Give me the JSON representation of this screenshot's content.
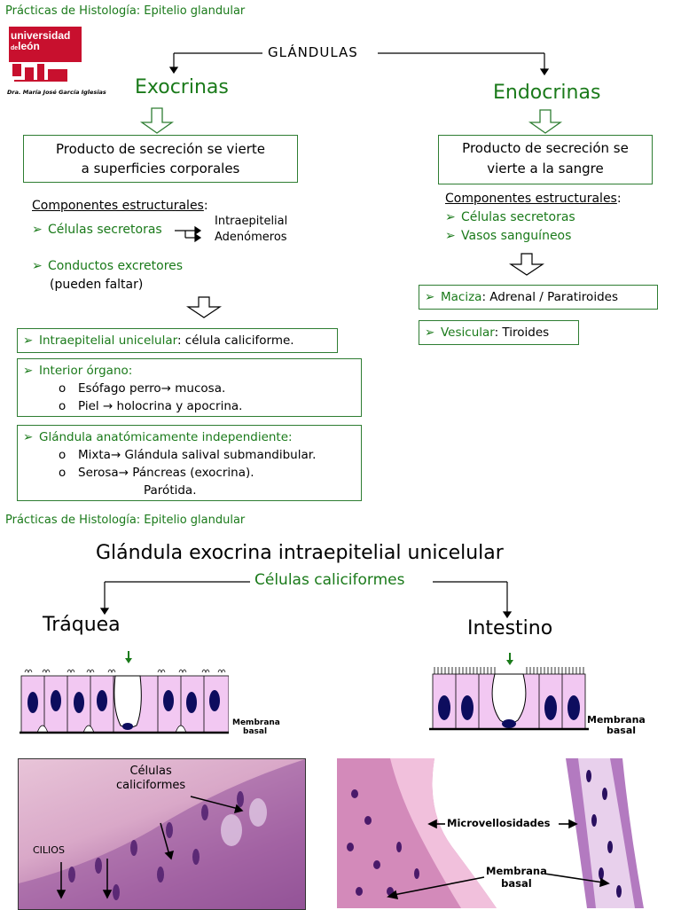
{
  "header1": "Prácticas de Histología: Epitelio glandular",
  "header2": "Prácticas de Histología: Epitelio glandular",
  "logo": {
    "line1": "universidad",
    "line2": "de",
    "line3": "león",
    "author": "Dra. María José García Iglesias"
  },
  "top": {
    "root": "GLÁNDULAS",
    "exo_title": "Exocrinas",
    "endo_title": "Endocrinas",
    "exo_box_l1": "Producto de secreción se vierte",
    "exo_box_l2": "a superficies corporales",
    "endo_box_l1": "Producto de secreción se",
    "endo_box_l2": "vierte a la sangre",
    "exo_comp": "Componentes estructurales",
    "exo_comp_colon": ":",
    "exo_cel": "Células secretoras",
    "exo_intra": "Intraepitelial",
    "exo_aden": "Adenómeros",
    "exo_cond": "Conductos excretores",
    "exo_cond_note": "(pueden faltar)",
    "endo_comp": "Componentes estructurales",
    "endo_comp_colon": ":",
    "endo_cel": "Células secretoras",
    "endo_vasos": "Vasos sanguíneos",
    "maciza_label": "Maciza",
    "maciza_value": ": Adrenal / Paratiroides",
    "vesicular_label": "Vesicular",
    "vesicular_value": ": Tiroides",
    "b1_label": "Intraepitelial unicelular",
    "b1_value": ": célula caliciforme.",
    "b2_label": "Interior órgano:",
    "b2_i1": "Esófago perro→ mucosa.",
    "b2_i2": "Piel → holocrina y apocrina.",
    "b3_label": "Glándula  anatómicamente independiente:",
    "b3_i1": "Mixta→   Glándula salival submandibular.",
    "b3_i2": "Serosa→ Páncreas (exocrina).",
    "b3_i3": "Parótida."
  },
  "bottom": {
    "title": "Glándula exocrina intraepitelial unicelular",
    "sub": "Células caliciformes",
    "traquea": "Tráquea",
    "intestino": "Intestino",
    "membrana": "Membrana",
    "basal": "basal",
    "photo_label_cel1": "Células",
    "photo_label_cel2": "caliciformes",
    "photo_label_cilios": "CILIOS",
    "photo_label_micro": "Microvellosidades",
    "photo_label_mem1": "Membrana",
    "photo_label_mem2": "basal"
  },
  "colors": {
    "green": "#1a7a1a",
    "cell_fill": "#f2c8f2",
    "nucleus": "#0d0d5e",
    "logo_red": "#c8102e"
  }
}
